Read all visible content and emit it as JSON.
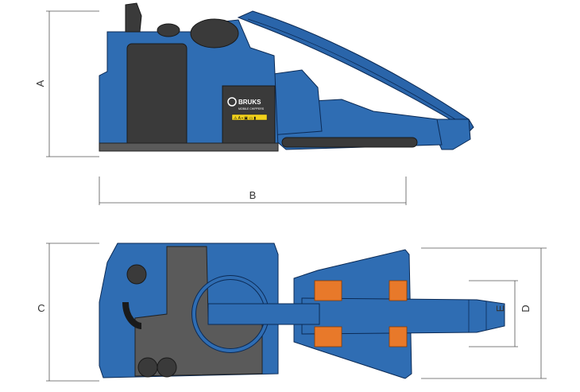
{
  "dimensions": {
    "a": "A",
    "b": "B",
    "c": "C",
    "d": "D",
    "e": "E"
  },
  "brand": {
    "name": "BRUKS",
    "tagline": "MOBILE CHIPPERS"
  },
  "warning_label": "⚠ A ▪ ▣ ▭ ▮",
  "colors": {
    "body_blue": "#2f6db3",
    "outline": "#0b2a55",
    "dark_panel": "#3a3a3a",
    "orange_feed": "#e8792a",
    "dimension_line": "#555555"
  }
}
